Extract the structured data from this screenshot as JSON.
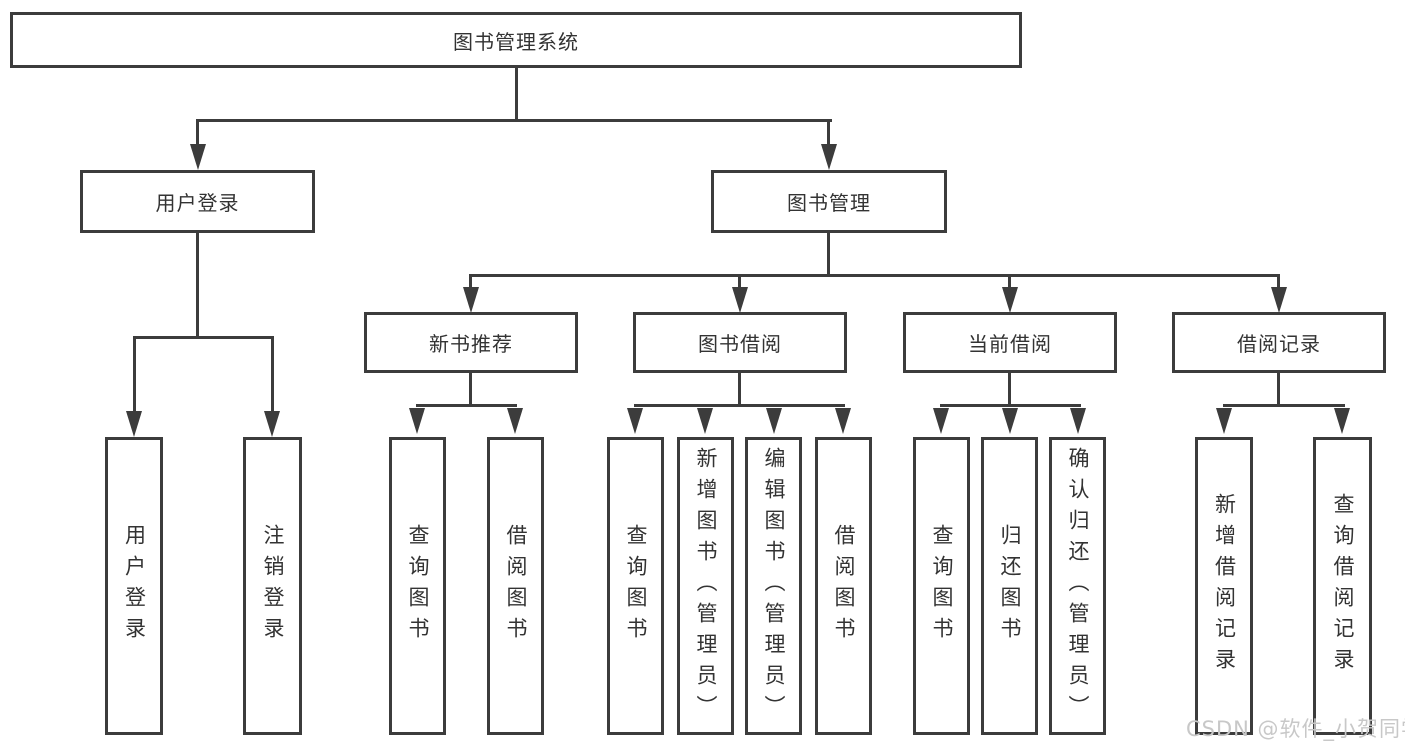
{
  "diagram": {
    "type": "hierarchy-tree",
    "root": {
      "label": "图书管理系统",
      "children": [
        {
          "label": "用户登录",
          "children": [
            {
              "label": "用户登录"
            },
            {
              "label": "注销登录"
            }
          ]
        },
        {
          "label": "图书管理",
          "children": [
            {
              "label": "新书推荐",
              "children": [
                {
                  "label": "查询图书"
                },
                {
                  "label": "借阅图书"
                }
              ]
            },
            {
              "label": "图书借阅",
              "children": [
                {
                  "label": "查询图书"
                },
                {
                  "label": "新增图书（管理员）"
                },
                {
                  "label": "编辑图书（管理员）"
                },
                {
                  "label": "借阅图书"
                }
              ]
            },
            {
              "label": "当前借阅",
              "children": [
                {
                  "label": "查询图书"
                },
                {
                  "label": "归还图书"
                },
                {
                  "label": "确认归还（管理员）"
                }
              ]
            },
            {
              "label": "借阅记录",
              "children": [
                {
                  "label": "新增借阅记录"
                },
                {
                  "label": "查询借阅记录"
                }
              ]
            }
          ]
        }
      ]
    }
  },
  "watermark": {
    "text": "CSDN @软件_小贺同学",
    "color": "#c8c8c8"
  },
  "colors": {
    "line": "#3c3c3c",
    "text": "#333333",
    "background": "#ffffff"
  }
}
